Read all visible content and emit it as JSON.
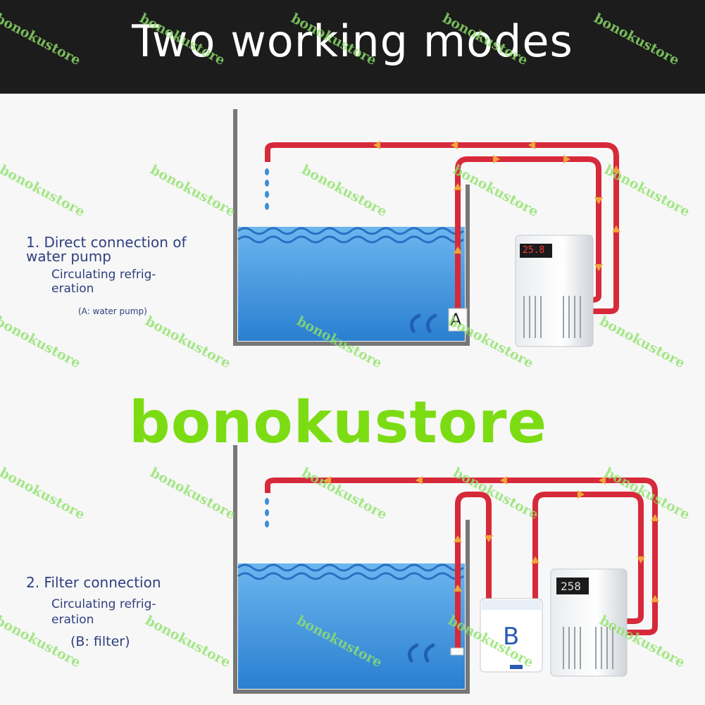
{
  "header": {
    "title": "Two working modes"
  },
  "mode1": {
    "title_line1": "1. Direct connection of",
    "title_line2": "water pump",
    "subtitle_line1": "Circulating refrig-",
    "subtitle_line2": "eration",
    "note": "(A: water pump)",
    "pump_label": "A",
    "chiller_display": "25.8"
  },
  "mode2": {
    "title": "2. Filter connection",
    "subtitle_line1": "Circulating refrig-",
    "subtitle_line2": "eration",
    "note": "(B: filter)",
    "filter_label": "B",
    "chiller_display": "258"
  },
  "brand": {
    "big": "bonokustore",
    "watermark": "bonokustore"
  },
  "colors": {
    "pipe": "#d62a3a",
    "water": "#3a8fd8",
    "arrow": "#f2a33a",
    "brand": "#7cdc14",
    "text": "#2f3f7f"
  }
}
